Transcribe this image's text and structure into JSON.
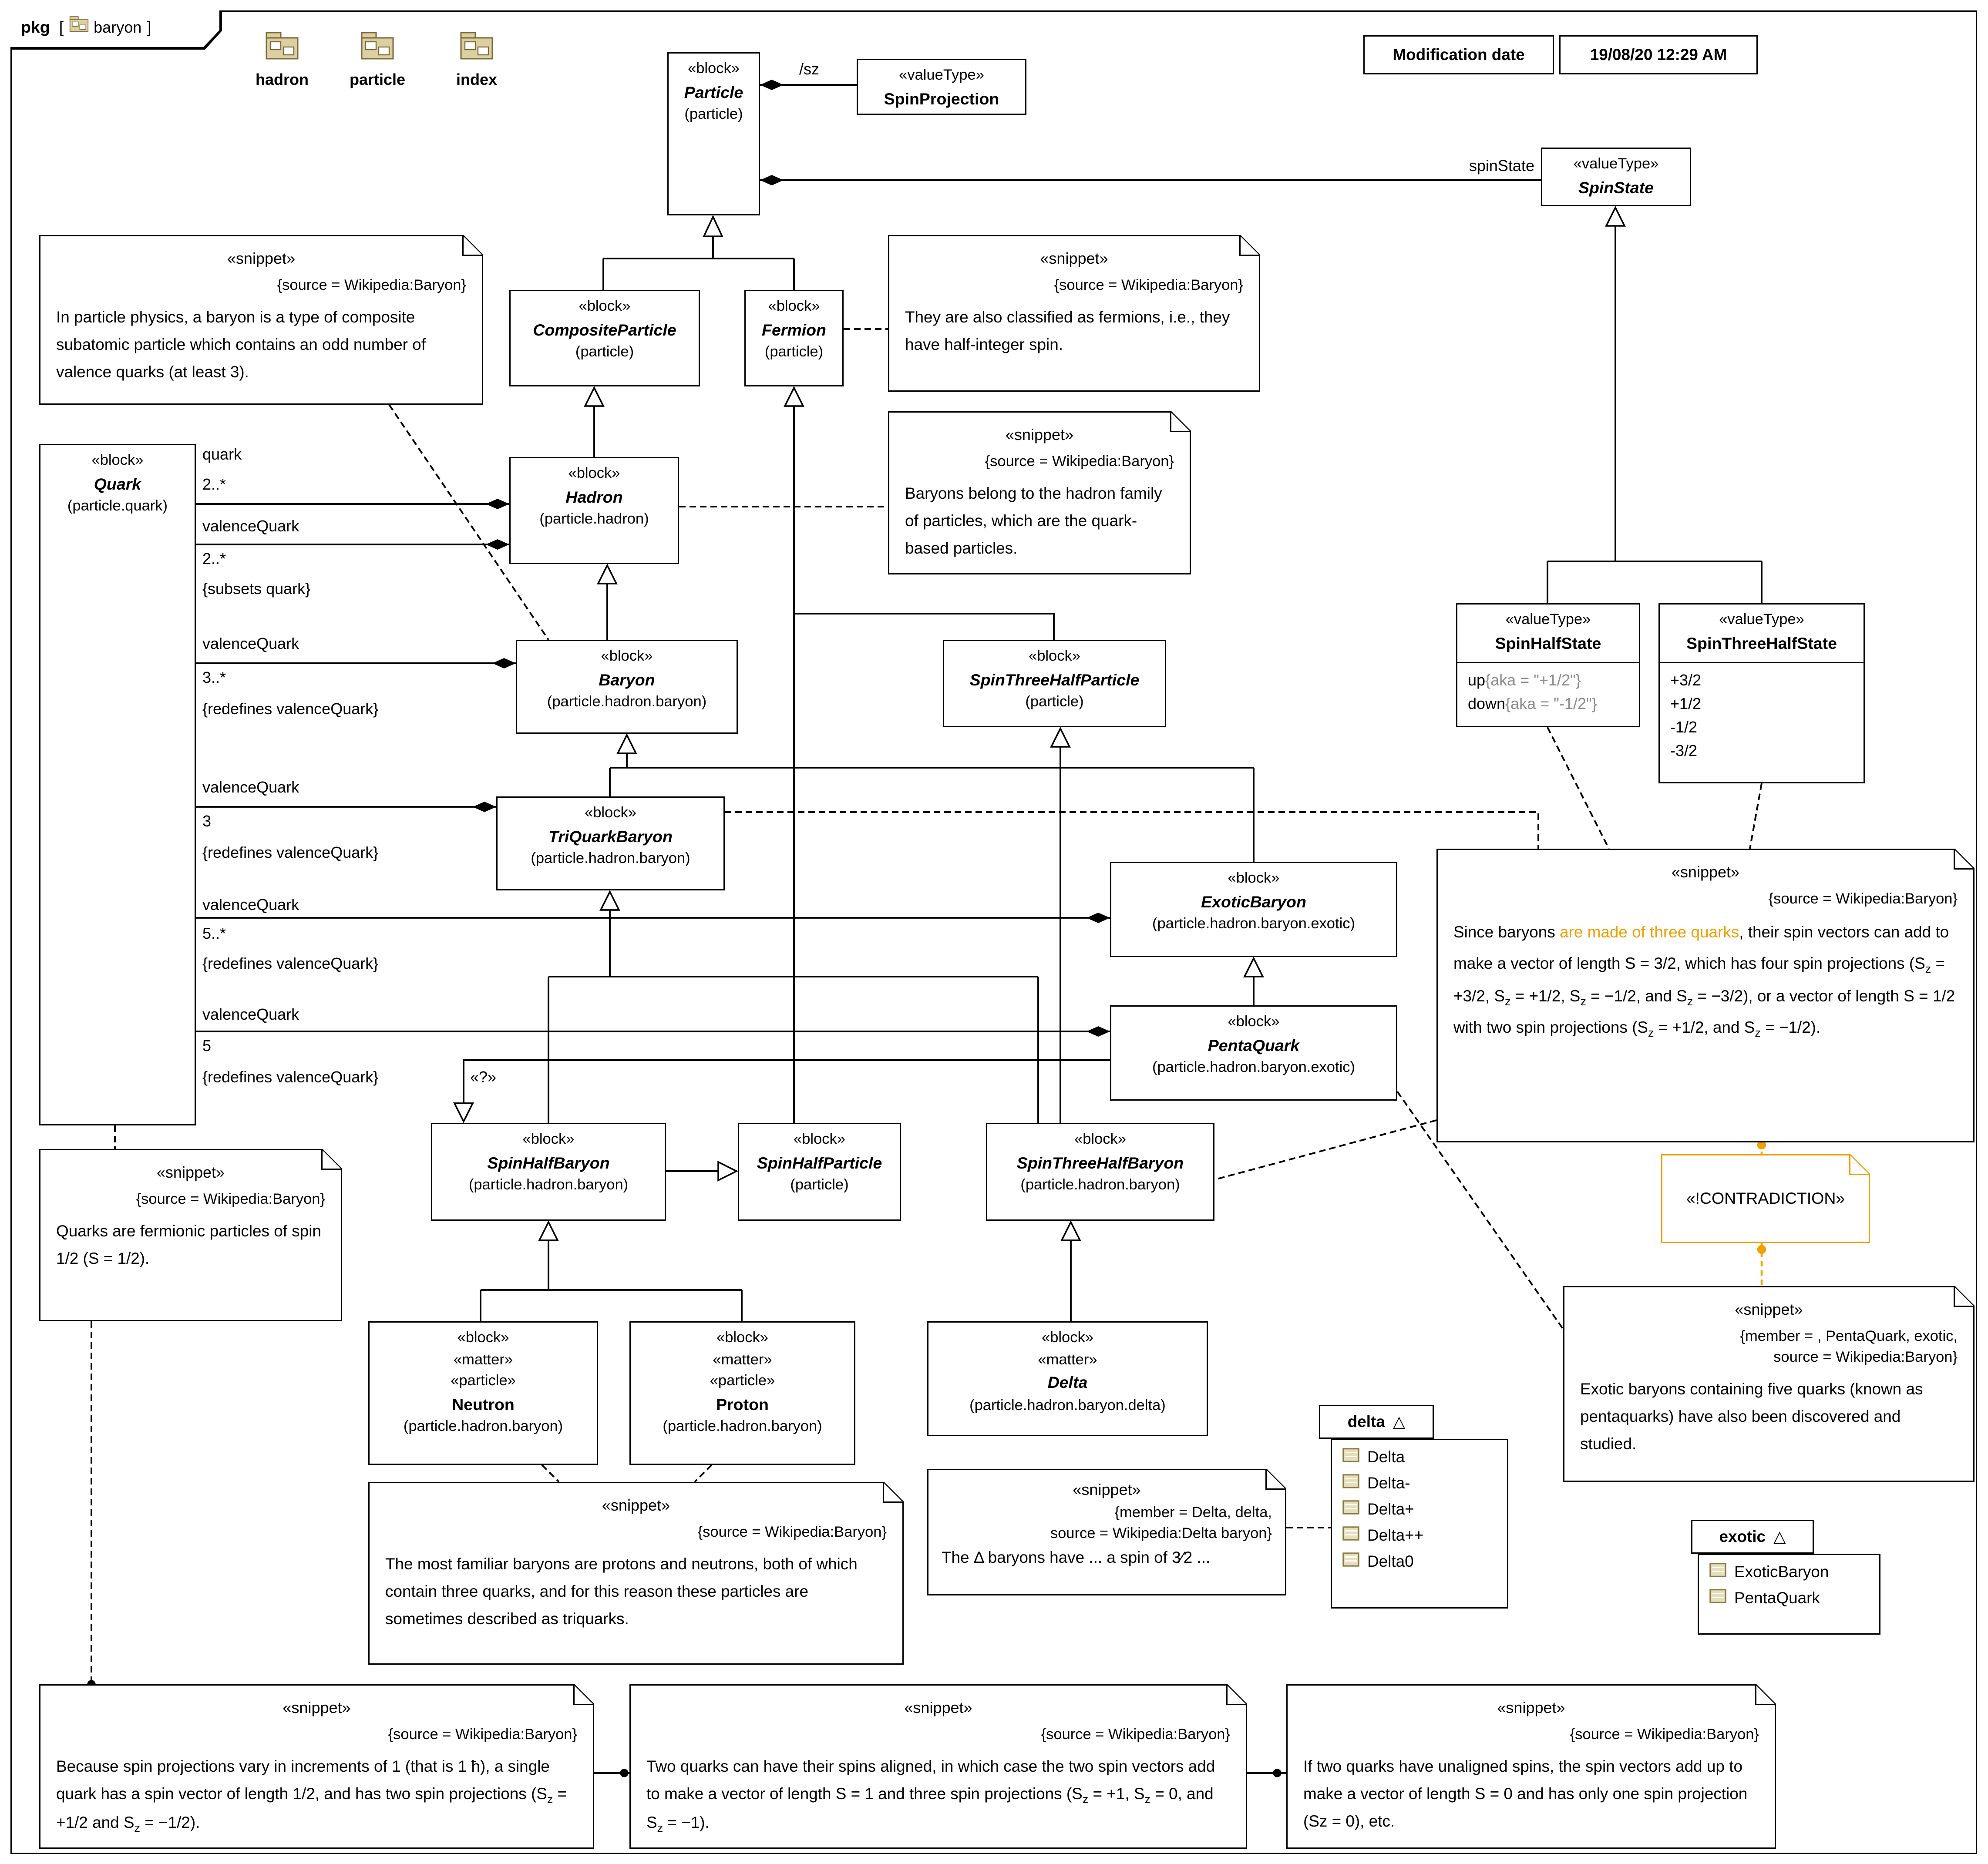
{
  "frame": {
    "kw": "pkg",
    "open": "[",
    "name": "baryon",
    "close": "]"
  },
  "toolbar": [
    {
      "label": "hadron"
    },
    {
      "label": "particle"
    },
    {
      "label": "index"
    }
  ],
  "mod": {
    "label": "Modification date",
    "value": "19/08/20 12:29 AM"
  },
  "colors": {
    "accent_orange": "#F0A000",
    "icon_tan": "#DCCFA0",
    "icon_border": "#7A6A3C",
    "gray_text": "#8C8C8C"
  },
  "blocks": {
    "particle": {
      "st1": "«block»",
      "name": "Particle",
      "ns": "(particle)"
    },
    "compositeParticle": {
      "st1": "«block»",
      "name": "CompositeParticle",
      "ns": "(particle)"
    },
    "fermion": {
      "st1": "«block»",
      "name": "Fermion",
      "ns": "(particle)"
    },
    "quark": {
      "st1": "«block»",
      "name": "Quark",
      "ns": "(particle.quark)"
    },
    "hadron": {
      "st1": "«block»",
      "name": "Hadron",
      "ns": "(particle.hadron)"
    },
    "baryon": {
      "st1": "«block»",
      "name": "Baryon",
      "ns": "(particle.hadron.baryon)"
    },
    "spinThreeHalfParticle": {
      "st1": "«block»",
      "name": "SpinThreeHalfParticle",
      "ns": "(particle)"
    },
    "triQuarkBaryon": {
      "st1": "«block»",
      "name": "TriQuarkBaryon",
      "ns": "(particle.hadron.baryon)"
    },
    "exoticBaryon": {
      "st1": "«block»",
      "name": "ExoticBaryon",
      "ns": "(particle.hadron.baryon.exotic)"
    },
    "pentaQuark": {
      "st1": "«block»",
      "name": "PentaQuark",
      "ns": "(particle.hadron.baryon.exotic)"
    },
    "spinHalfBaryon": {
      "st1": "«block»",
      "name": "SpinHalfBaryon",
      "ns": "(particle.hadron.baryon)"
    },
    "spinHalfParticle": {
      "st1": "«block»",
      "name": "SpinHalfParticle",
      "ns": "(particle)"
    },
    "spinThreeHalfBaryon": {
      "st1": "«block»",
      "name": "SpinThreeHalfBaryon",
      "ns": "(particle.hadron.baryon)"
    },
    "neutron": {
      "st1": "«block»",
      "st2": "«matter»",
      "st3": "«particle»",
      "name": "Neutron",
      "ns": "(particle.hadron.baryon)"
    },
    "proton": {
      "st1": "«block»",
      "st2": "«matter»",
      "st3": "«particle»",
      "name": "Proton",
      "ns": "(particle.hadron.baryon)"
    },
    "delta": {
      "st1": "«block»",
      "st2": "«matter»",
      "name": "Delta",
      "ns": "(particle.hadron.baryon.delta)"
    }
  },
  "vts": {
    "proj": {
      "st": "«valueType»",
      "name": "SpinProjection"
    },
    "state": {
      "st": "«valueType»",
      "name": "SpinState"
    },
    "half": {
      "st": "«valueType»",
      "name": "SpinHalfState",
      "lits": [
        {
          "n": "up",
          "aka": "{aka = \"+1/2\"}"
        },
        {
          "n": "down",
          "aka": "{aka = \"-1/2\"}"
        }
      ]
    },
    "threehalf": {
      "st": "«valueType»",
      "name": "SpinThreeHalfState",
      "lits": [
        "+3/2",
        "+1/2",
        "-1/2",
        "-3/2"
      ]
    }
  },
  "snippets": {
    "baryonDef": {
      "st": "«snippet»",
      "meta": "{source = Wikipedia:Baryon}",
      "body": "In particle physics, a baryon is a type of composite subatomic particle which contains an odd number of valence quarks (at least 3)."
    },
    "fermion": {
      "st": "«snippet»",
      "meta": "{source = Wikipedia:Baryon}",
      "body": "They are also classified as fermions, i.e., they have half-integer spin."
    },
    "hadron": {
      "st": "«snippet»",
      "meta": "{source = Wikipedia:Baryon}",
      "body": "Baryons belong to the hadron family of particles, which are the quark-based particles."
    },
    "spin": {
      "st": "«snippet»",
      "meta": "{source = Wikipedia:Baryon}",
      "body": [
        {
          "t": "Since baryons "
        },
        {
          "t": "are made of three quarks",
          "c": "orange"
        },
        {
          "t": ", their spin vectors can add to make a vector of length S = 3/2, which has four spin projections (S"
        },
        {
          "t": "z",
          "c": "sub"
        },
        {
          "t": " = +3/2, S"
        },
        {
          "t": "z",
          "c": "sub"
        },
        {
          "t": " = +1/2, S"
        },
        {
          "t": "z",
          "c": "sub"
        },
        {
          "t": " = −1/2, and S"
        },
        {
          "t": "z",
          "c": "sub"
        },
        {
          "t": " = −3/2), or a vector of length S = 1/2 with two spin projections (S"
        },
        {
          "t": "z",
          "c": "sub"
        },
        {
          "t": " = +1/2, and S"
        },
        {
          "t": "z",
          "c": "sub"
        },
        {
          "t": " = −1/2)."
        }
      ]
    },
    "pentaquark": {
      "st": "«snippet»",
      "meta1": "{member = , PentaQuark, exotic,",
      "meta2": "source = Wikipedia:Baryon}",
      "body": "Exotic baryons containing five quarks (known as pentaquarks) have also been discovered and studied."
    },
    "quarkSpin": {
      "st": "«snippet»",
      "meta": "{source = Wikipedia:Baryon}",
      "body": "Quarks are fermionic particles of spin 1/2 (S = 1/2)."
    },
    "triquark": {
      "st": "«snippet»",
      "meta": "{source = Wikipedia:Baryon}",
      "body": "The most familiar baryons are protons and neutrons, both of which contain three quarks, and for this reason these particles are sometimes described as triquarks."
    },
    "deltaSn": {
      "st": "«snippet»",
      "meta1": "{member = Delta, delta,",
      "meta2": "source = Wikipedia:Delta baryon}",
      "body": "The Δ baryons have ... a spin of 3⁄2 ..."
    },
    "spinSingle": {
      "st": "«snippet»",
      "meta": "{source = Wikipedia:Baryon}",
      "body": [
        {
          "t": "Because spin projections vary in increments of 1 (that is 1 ħ), a single quark has a spin vector of length 1/2, and has two spin projections (S"
        },
        {
          "t": "z",
          "c": "sub"
        },
        {
          "t": " = +1/2 and S"
        },
        {
          "t": "z",
          "c": "sub"
        },
        {
          "t": " = −1/2)."
        }
      ]
    },
    "spinAligned": {
      "st": "«snippet»",
      "meta": "{source = Wikipedia:Baryon}",
      "body": [
        {
          "t": "Two quarks can have their spins aligned, in which case the two spin vectors add to make a vector of length S = 1 and three spin projections (S"
        },
        {
          "t": "z",
          "c": "sub"
        },
        {
          "t": " = +1, S"
        },
        {
          "t": "z",
          "c": "sub"
        },
        {
          "t": " = 0, and S"
        },
        {
          "t": "z",
          "c": "sub"
        },
        {
          "t": " = −1)."
        }
      ]
    },
    "spinUnaligned": {
      "st": "«snippet»",
      "meta": "{source = Wikipedia:Baryon}",
      "body": "If two quarks have unaligned spins, the spin vectors add up to make a vector of length S = 0 and has only one spin projection (Sz = 0), etc."
    }
  },
  "contradiction": {
    "label": "«!CONTRADICTION»"
  },
  "assoc": [
    {
      "name": "quark",
      "mult": "2..*",
      "constraint": ""
    },
    {
      "name": "valenceQuark",
      "mult": "2..*",
      "constraint": "{subsets quark}"
    },
    {
      "name": "valenceQuark",
      "mult": "3..*",
      "constraint": "{redefines valenceQuark}"
    },
    {
      "name": "valenceQuark",
      "mult": "3",
      "constraint": "{redefines valenceQuark}"
    },
    {
      "name": "valenceQuark",
      "mult": "5..*",
      "constraint": "{redefines valenceQuark}"
    },
    {
      "name": "valenceQuark",
      "mult": "5",
      "constraint": "{redefines valenceQuark}"
    }
  ],
  "labels": {
    "sz": "/sz",
    "spin_state": "spinState",
    "unknown": "«?»"
  },
  "lists": {
    "delta": {
      "title": "delta",
      "marker": "△",
      "items": [
        "Delta",
        "Delta-",
        "Delta+",
        "Delta++",
        "Delta0"
      ]
    },
    "exotic": {
      "title": "exotic",
      "marker": "△",
      "items": [
        "ExoticBaryon",
        "PentaQuark"
      ]
    }
  }
}
